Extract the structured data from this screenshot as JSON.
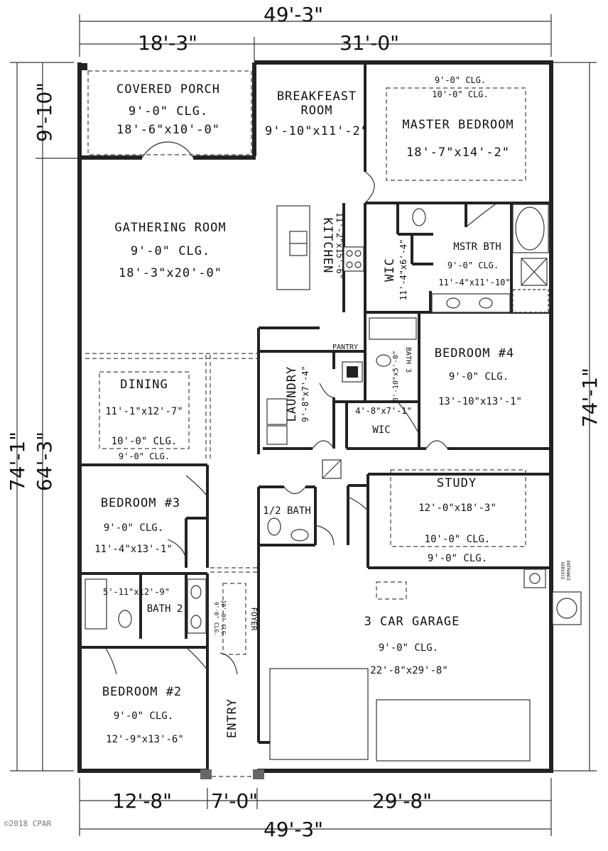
{
  "dimensions": {
    "top_total": "49'-3\"",
    "top_left": "18'-3\"",
    "top_right": "31'-0\"",
    "left_upper": "9'-10\"",
    "left_total_a": "74'-1\"",
    "left_total_b": "64'-3\"",
    "right_total": "74'-1\"",
    "bottom_left": "12'-8\"",
    "bottom_mid": "7'-0\"",
    "bottom_right": "29'-8\"",
    "bottom_total": "49'-3\""
  },
  "rooms": {
    "covered_porch": {
      "name": "COVERED PORCH",
      "clg": "9'-0\" CLG.",
      "size": "18'-6\"x10'-0\""
    },
    "breakfast": {
      "name_1": "BREAKFEAST",
      "name_2": "ROOM",
      "size": "9'-10\"x11'-2\""
    },
    "master_bedroom": {
      "clg_1": "9'-0\" CLG.",
      "clg_2": "10'-0\" CLG.",
      "name": "MASTER BEDROOM",
      "size": "18'-7\"x14'-2\""
    },
    "gathering": {
      "name": "GATHERING ROOM",
      "clg": "9'-0\" CLG.",
      "size": "18'-3\"x20'-0\""
    },
    "kitchen": {
      "name": "KITCHEN",
      "size": "11'-2\"x15'-6\""
    },
    "wic_master": {
      "name": "WIC",
      "size": "11'-4\"x6'-4\""
    },
    "master_bath": {
      "name": "MSTR BTH",
      "clg": "9'-0\" CLG.",
      "size": "11'-4\"x11'-10\""
    },
    "pantry": {
      "name": "PANTRY"
    },
    "dining": {
      "name": "DINING",
      "size": "11'-1\"x12'-7\"",
      "clg_1": "10'-0\" CLG.",
      "clg_2": "9'-0\" CLG."
    },
    "laundry": {
      "name": "LAUNDRY",
      "size": "9'-8\"x7'-4\""
    },
    "bath3": {
      "name": "BATH 3",
      "size": "8'-10\"x5'-0\""
    },
    "wic_small": {
      "name": "WIC",
      "size": "4'-8\"x7'-1\""
    },
    "bedroom4": {
      "name": "BEDROOM #4",
      "clg": "9'-0\" CLG.",
      "size": "13'-10\"x13'-1\""
    },
    "bedroom3": {
      "name": "BEDROOM #3",
      "clg": "9'-0\" CLG.",
      "size": "11'-4\"x13'-1\""
    },
    "half_bath": {
      "name": "1/2 BATH"
    },
    "study": {
      "name": "STUDY",
      "size": "12'-0\"x18'-3\"",
      "clg_1": "10'-0\" CLG.",
      "clg_2": "9'-0\" CLG."
    },
    "bath2": {
      "name": "BATH 2",
      "size": "5'-11\"x12'-9\""
    },
    "foyer": {
      "name": "FOYER",
      "clg_1": "9'-0\" CLG.",
      "clg_2": "10'-0\" CLG."
    },
    "garage": {
      "name": "3 CAR GARAGE",
      "clg": "9'-0\" CLG.",
      "size": "22'-8\"x29'-8\""
    },
    "bedroom2": {
      "name": "BEDROOM #2",
      "clg": "9'-0\" CLG.",
      "size": "12'-9\"x13'-6\""
    },
    "entry": {
      "name": "ENTRY"
    }
  },
  "notes": {
    "service_entrance_1": "SERVICE",
    "service_entrance_2": "ENTRANCE",
    "copyright": "©2018 CPAR"
  }
}
